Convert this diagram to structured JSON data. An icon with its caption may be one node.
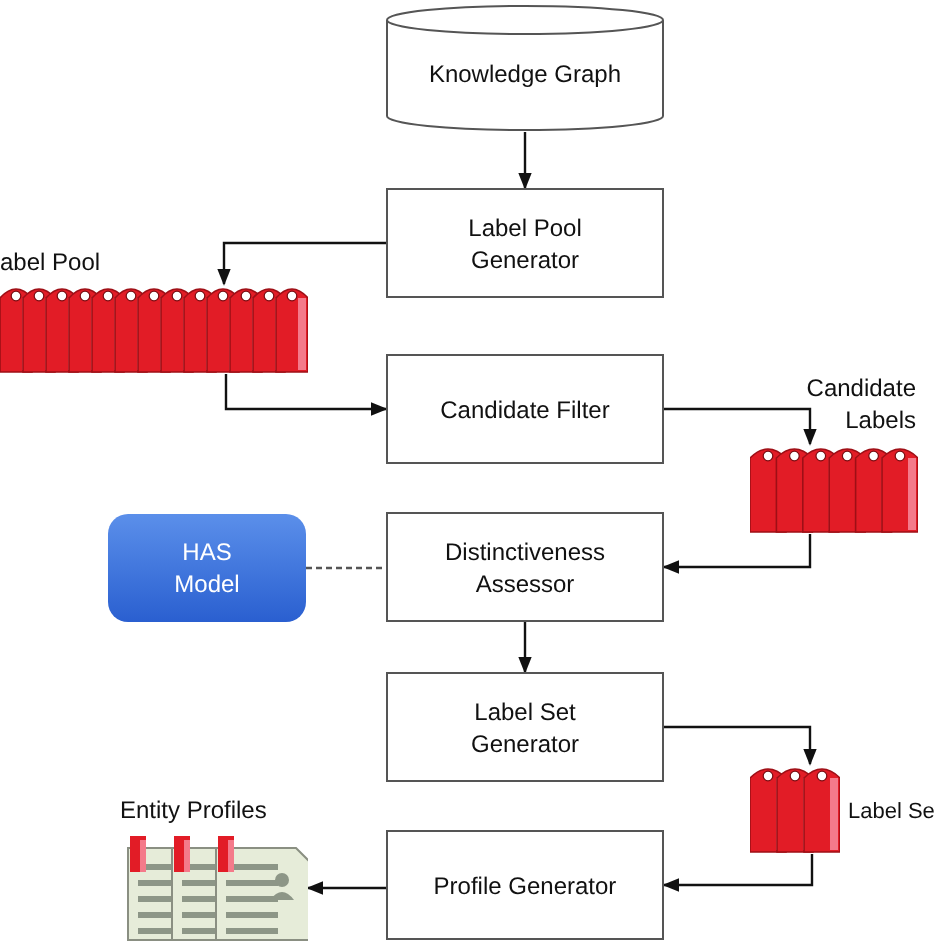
{
  "diagram": {
    "nodes": [
      {
        "text": [
          "Knowledge Graph"
        ]
      },
      {
        "text": [
          "Label Pool Generator"
        ]
      },
      {
        "text": [
          "abel Pool"
        ]
      },
      {
        "text": [
          "Candidate Filter"
        ]
      },
      {
        "text": [
          "Candidate Labels"
        ]
      },
      {
        "text": [
          "HAS Model"
        ]
      },
      {
        "text": [
          "Distinctiveness Assessor"
        ]
      },
      {
        "text": [
          "Label Set Generator"
        ]
      },
      {
        "text": [
          "Label Se"
        ]
      },
      {
        "text": [
          "Profile Generator"
        ]
      },
      {
        "text": [
          "Entity Profiles"
        ]
      }
    ],
    "edges": [
      {
        "from": 0,
        "to": 1,
        "arrow": "to"
      },
      {
        "from": 1,
        "to": 2,
        "arrow": "to"
      },
      {
        "from": 2,
        "to": 3,
        "arrow": "to"
      },
      {
        "from": 3,
        "to": 4,
        "arrow": "to"
      },
      {
        "from": 4,
        "to": 6,
        "arrow": "to"
      },
      {
        "from": 5,
        "to": 6,
        "arrow": "none",
        "style": "dashed"
      },
      {
        "from": 6,
        "to": 7,
        "arrow": "to"
      },
      {
        "from": 7,
        "to": 8,
        "arrow": "to"
      },
      {
        "from": 8,
        "to": 9,
        "arrow": "to"
      },
      {
        "from": 9,
        "to": 10,
        "arrow": "to"
      }
    ]
  }
}
